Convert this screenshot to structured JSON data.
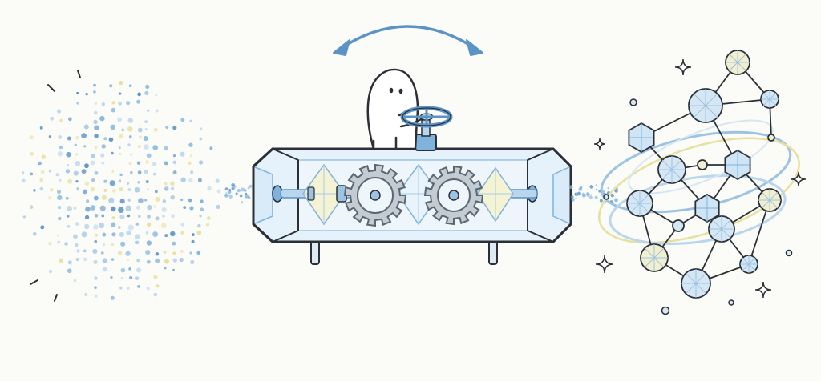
{
  "scene": {
    "palette": {
      "background": "#fbfbf8",
      "ink": "#2b2f36",
      "glass": "#e6f2fb",
      "blue": "#7fb3dc",
      "deep_blue": "#5b93c7",
      "yellow": "#ece3a6",
      "gear": "#9aa3ab"
    },
    "icons": [
      "particle-cloud",
      "double-arrow",
      "character",
      "valve-wheel",
      "glass-machine",
      "gear-icon",
      "crystal-network",
      "sparkle-icon"
    ]
  }
}
